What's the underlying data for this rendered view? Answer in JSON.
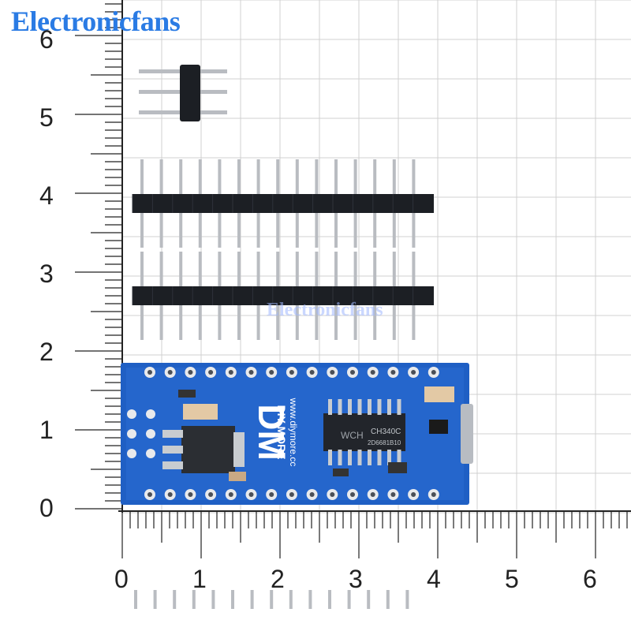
{
  "watermark": {
    "brand": "Electronicfans",
    "overlay": "Electronicfans"
  },
  "ruler_left": {
    "labels": [
      "0",
      "1",
      "2",
      "3",
      "4",
      "5",
      "6"
    ]
  },
  "ruler_bottom": {
    "labels": [
      "0",
      "1",
      "2",
      "3",
      "4",
      "5",
      "6"
    ]
  },
  "board": {
    "logo": "DM",
    "brand_text": "DIY MORE",
    "url_text": "www.diymore.cc",
    "chip_label": "CH340C",
    "chip_code": "2D6681B10",
    "chip_logo": "WCH"
  },
  "colors": {
    "pcb": "#1f5fc4",
    "header": "#1c1f24",
    "pin": "#b9bcc1",
    "brand": "#2a7be4"
  }
}
